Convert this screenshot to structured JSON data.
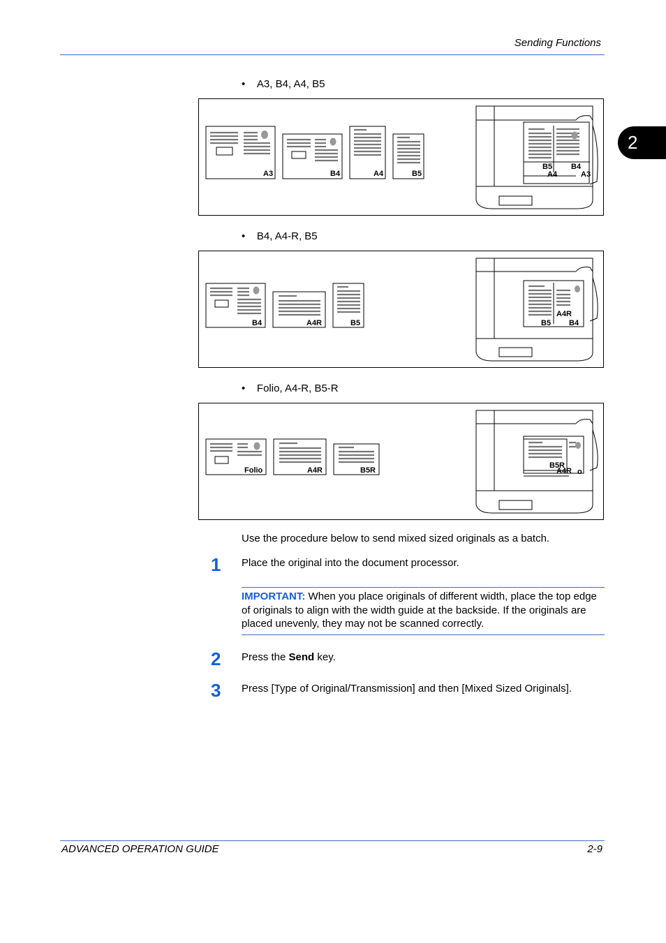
{
  "header": {
    "section_title": "Sending Functions"
  },
  "chapter_tab": {
    "number": "2"
  },
  "bullets": [
    {
      "label": "A3, B4, A4, B5"
    },
    {
      "label": "B4, A4-R, B5"
    },
    {
      "label": "Folio, A4-R, B5-R"
    }
  ],
  "figures": [
    {
      "paper_labels": [
        "A3",
        "B4",
        "A4",
        "B5"
      ],
      "tray_labels": [
        "B5",
        "B4",
        "A4",
        "A3"
      ]
    },
    {
      "paper_labels": [
        "B4",
        "A4R",
        "B5"
      ],
      "tray_labels": [
        "A4R",
        "B5",
        "B4"
      ]
    },
    {
      "paper_labels": [
        "Folio",
        "A4R",
        "B5R"
      ],
      "tray_labels": [
        "B5R",
        "A4R",
        "o"
      ]
    }
  ],
  "intro": "Use the procedure below to send mixed sized originals as a batch.",
  "steps": [
    {
      "number": "1",
      "text": "Place the original into the document processor."
    },
    {
      "number": "2",
      "text_before": "Press the ",
      "text_bold": "Send",
      "text_after": " key."
    },
    {
      "number": "3",
      "text": "Press [Type of Original/Transmission] and then [Mixed Sized Originals]."
    }
  ],
  "important": {
    "label": "IMPORTANT:",
    "text": " When you place originals of different width, place the top edge of originals to align with the width guide at the backside. If the originals are placed unevenly, they may not be scanned correctly."
  },
  "footer": {
    "guide_title": "ADVANCED OPERATION GUIDE",
    "page_number": "2-9"
  }
}
